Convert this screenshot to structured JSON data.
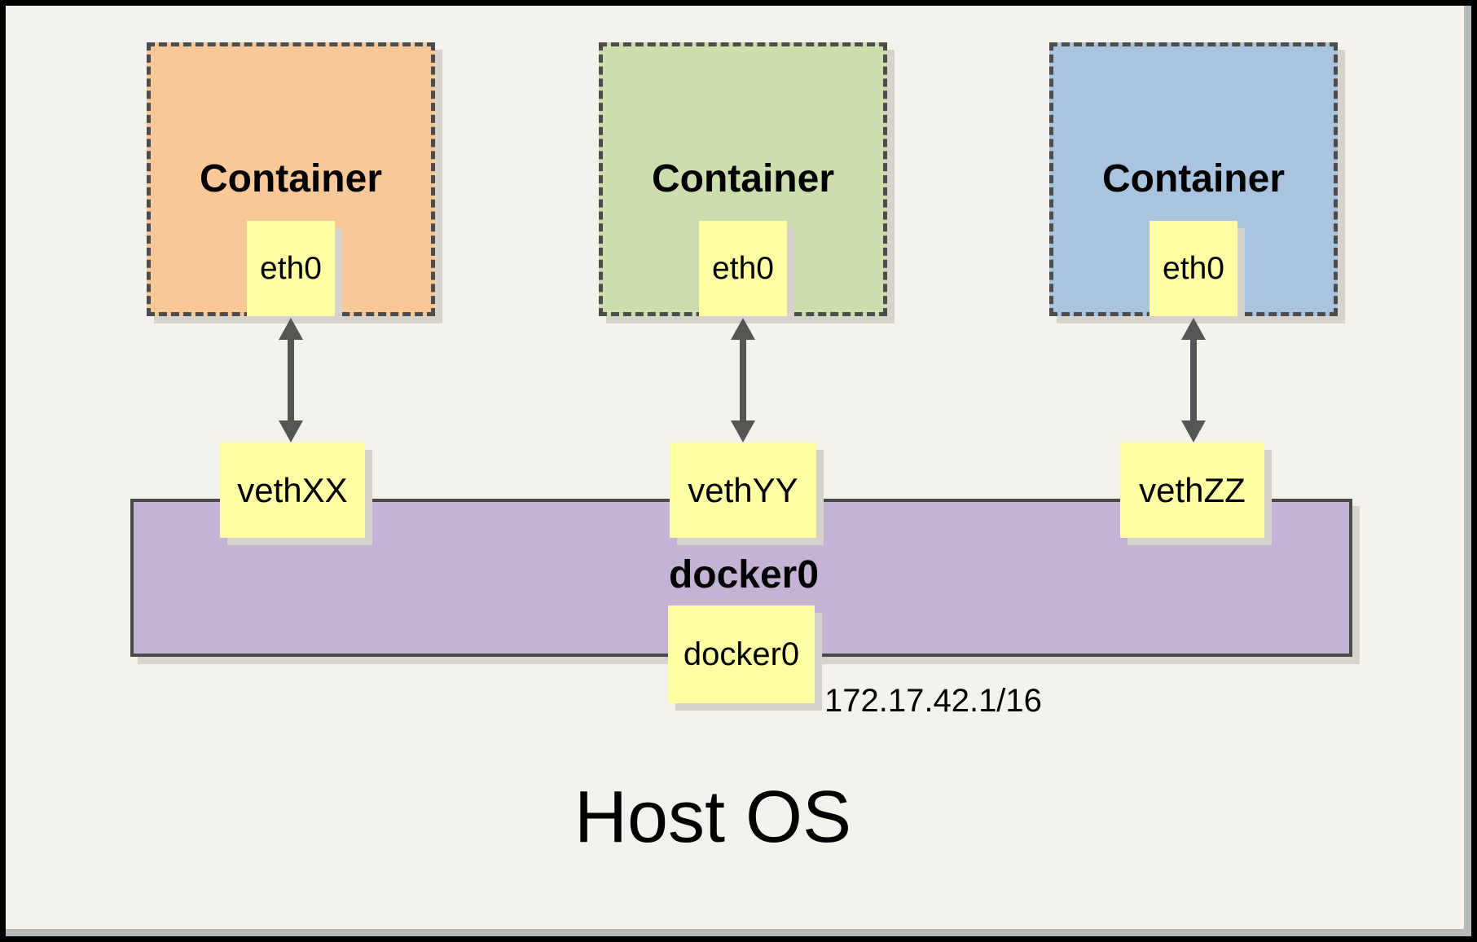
{
  "containers": [
    {
      "label": "Container",
      "eth_label": "eth0",
      "veth_label": "vethXX",
      "fill": "#f8c898"
    },
    {
      "label": "Container",
      "eth_label": "eth0",
      "veth_label": "vethYY",
      "fill": "#ccddae"
    },
    {
      "label": "Container",
      "eth_label": "eth0",
      "veth_label": "vethZZ",
      "fill": "#aac4e0"
    }
  ],
  "bridge": {
    "label": "docker0",
    "box_label": "docker0",
    "ip": "172.17.42.1/16",
    "fill": "#c3b4d6"
  },
  "host": {
    "label": "Host OS"
  },
  "colors": {
    "page_background": "#f4f2ec",
    "note_yellow": "#feffa2",
    "dashed_border": "#4c4c4c",
    "arrow": "#555555",
    "box_shadow": "#d5d3cc",
    "frame_border": "#000000",
    "frame_shadow": "#b6bab8"
  }
}
